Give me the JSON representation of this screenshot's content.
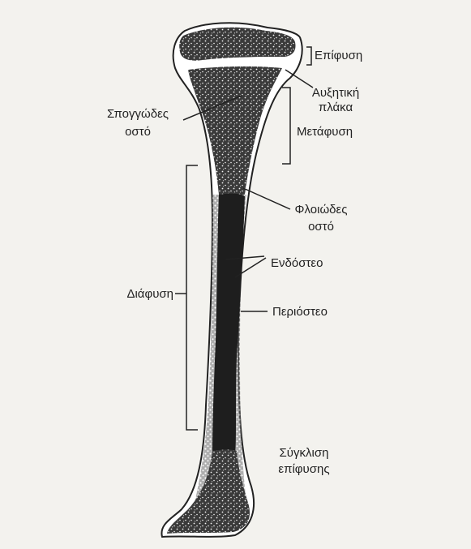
{
  "labels": {
    "epiphysis": "Επίφυση",
    "growth_plate_line1": "Αυξητική",
    "growth_plate_line2": "πλάκα",
    "spongy_line1": "Σπογγώδες",
    "spongy_line2": "οστό",
    "metaphysis": "Μετάφυση",
    "cortical_line1": "Φλοιώδες",
    "cortical_line2": "οστό",
    "endosteum": "Ενδόστεο",
    "diaphysis": "Διάφυση",
    "periosteum": "Περιόστεο",
    "fusion_line1": "Σύγκλιση",
    "fusion_line2": "επίφυσης"
  },
  "colors": {
    "ink": "#222222",
    "bone_fill": "#ffffff",
    "dark_marrow": "#1e1e1e",
    "background": "#f3f2ee"
  }
}
